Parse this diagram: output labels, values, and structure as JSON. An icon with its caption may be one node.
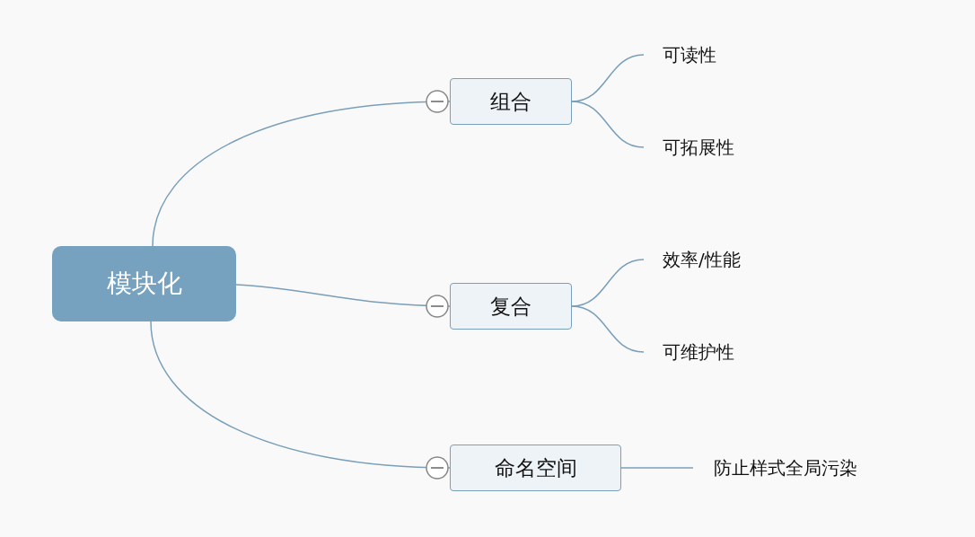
{
  "diagram": {
    "nodes": [
      {
        "text": [
          "模块化"
        ]
      },
      {
        "text": [
          "组合"
        ]
      },
      {
        "text": [
          "复合"
        ]
      },
      {
        "text": [
          "命名空间"
        ]
      },
      {
        "text": [
          "可读性"
        ]
      },
      {
        "text": [
          "可拓展性"
        ]
      },
      {
        "text": [
          "效率/性能"
        ]
      },
      {
        "text": [
          "可维护性"
        ]
      },
      {
        "text": [
          "防止样式全局污染"
        ]
      }
    ],
    "edges": [
      {
        "from": 0,
        "to": 1,
        "arrow": "none"
      },
      {
        "from": 0,
        "to": 2,
        "arrow": "none"
      },
      {
        "from": 0,
        "to": 3,
        "arrow": "none"
      },
      {
        "from": 1,
        "to": 4,
        "arrow": "none"
      },
      {
        "from": 1,
        "to": 5,
        "arrow": "none"
      },
      {
        "from": 2,
        "to": 6,
        "arrow": "none"
      },
      {
        "from": 2,
        "to": 7,
        "arrow": "none"
      },
      {
        "from": 3,
        "to": 8,
        "arrow": "none"
      }
    ]
  }
}
